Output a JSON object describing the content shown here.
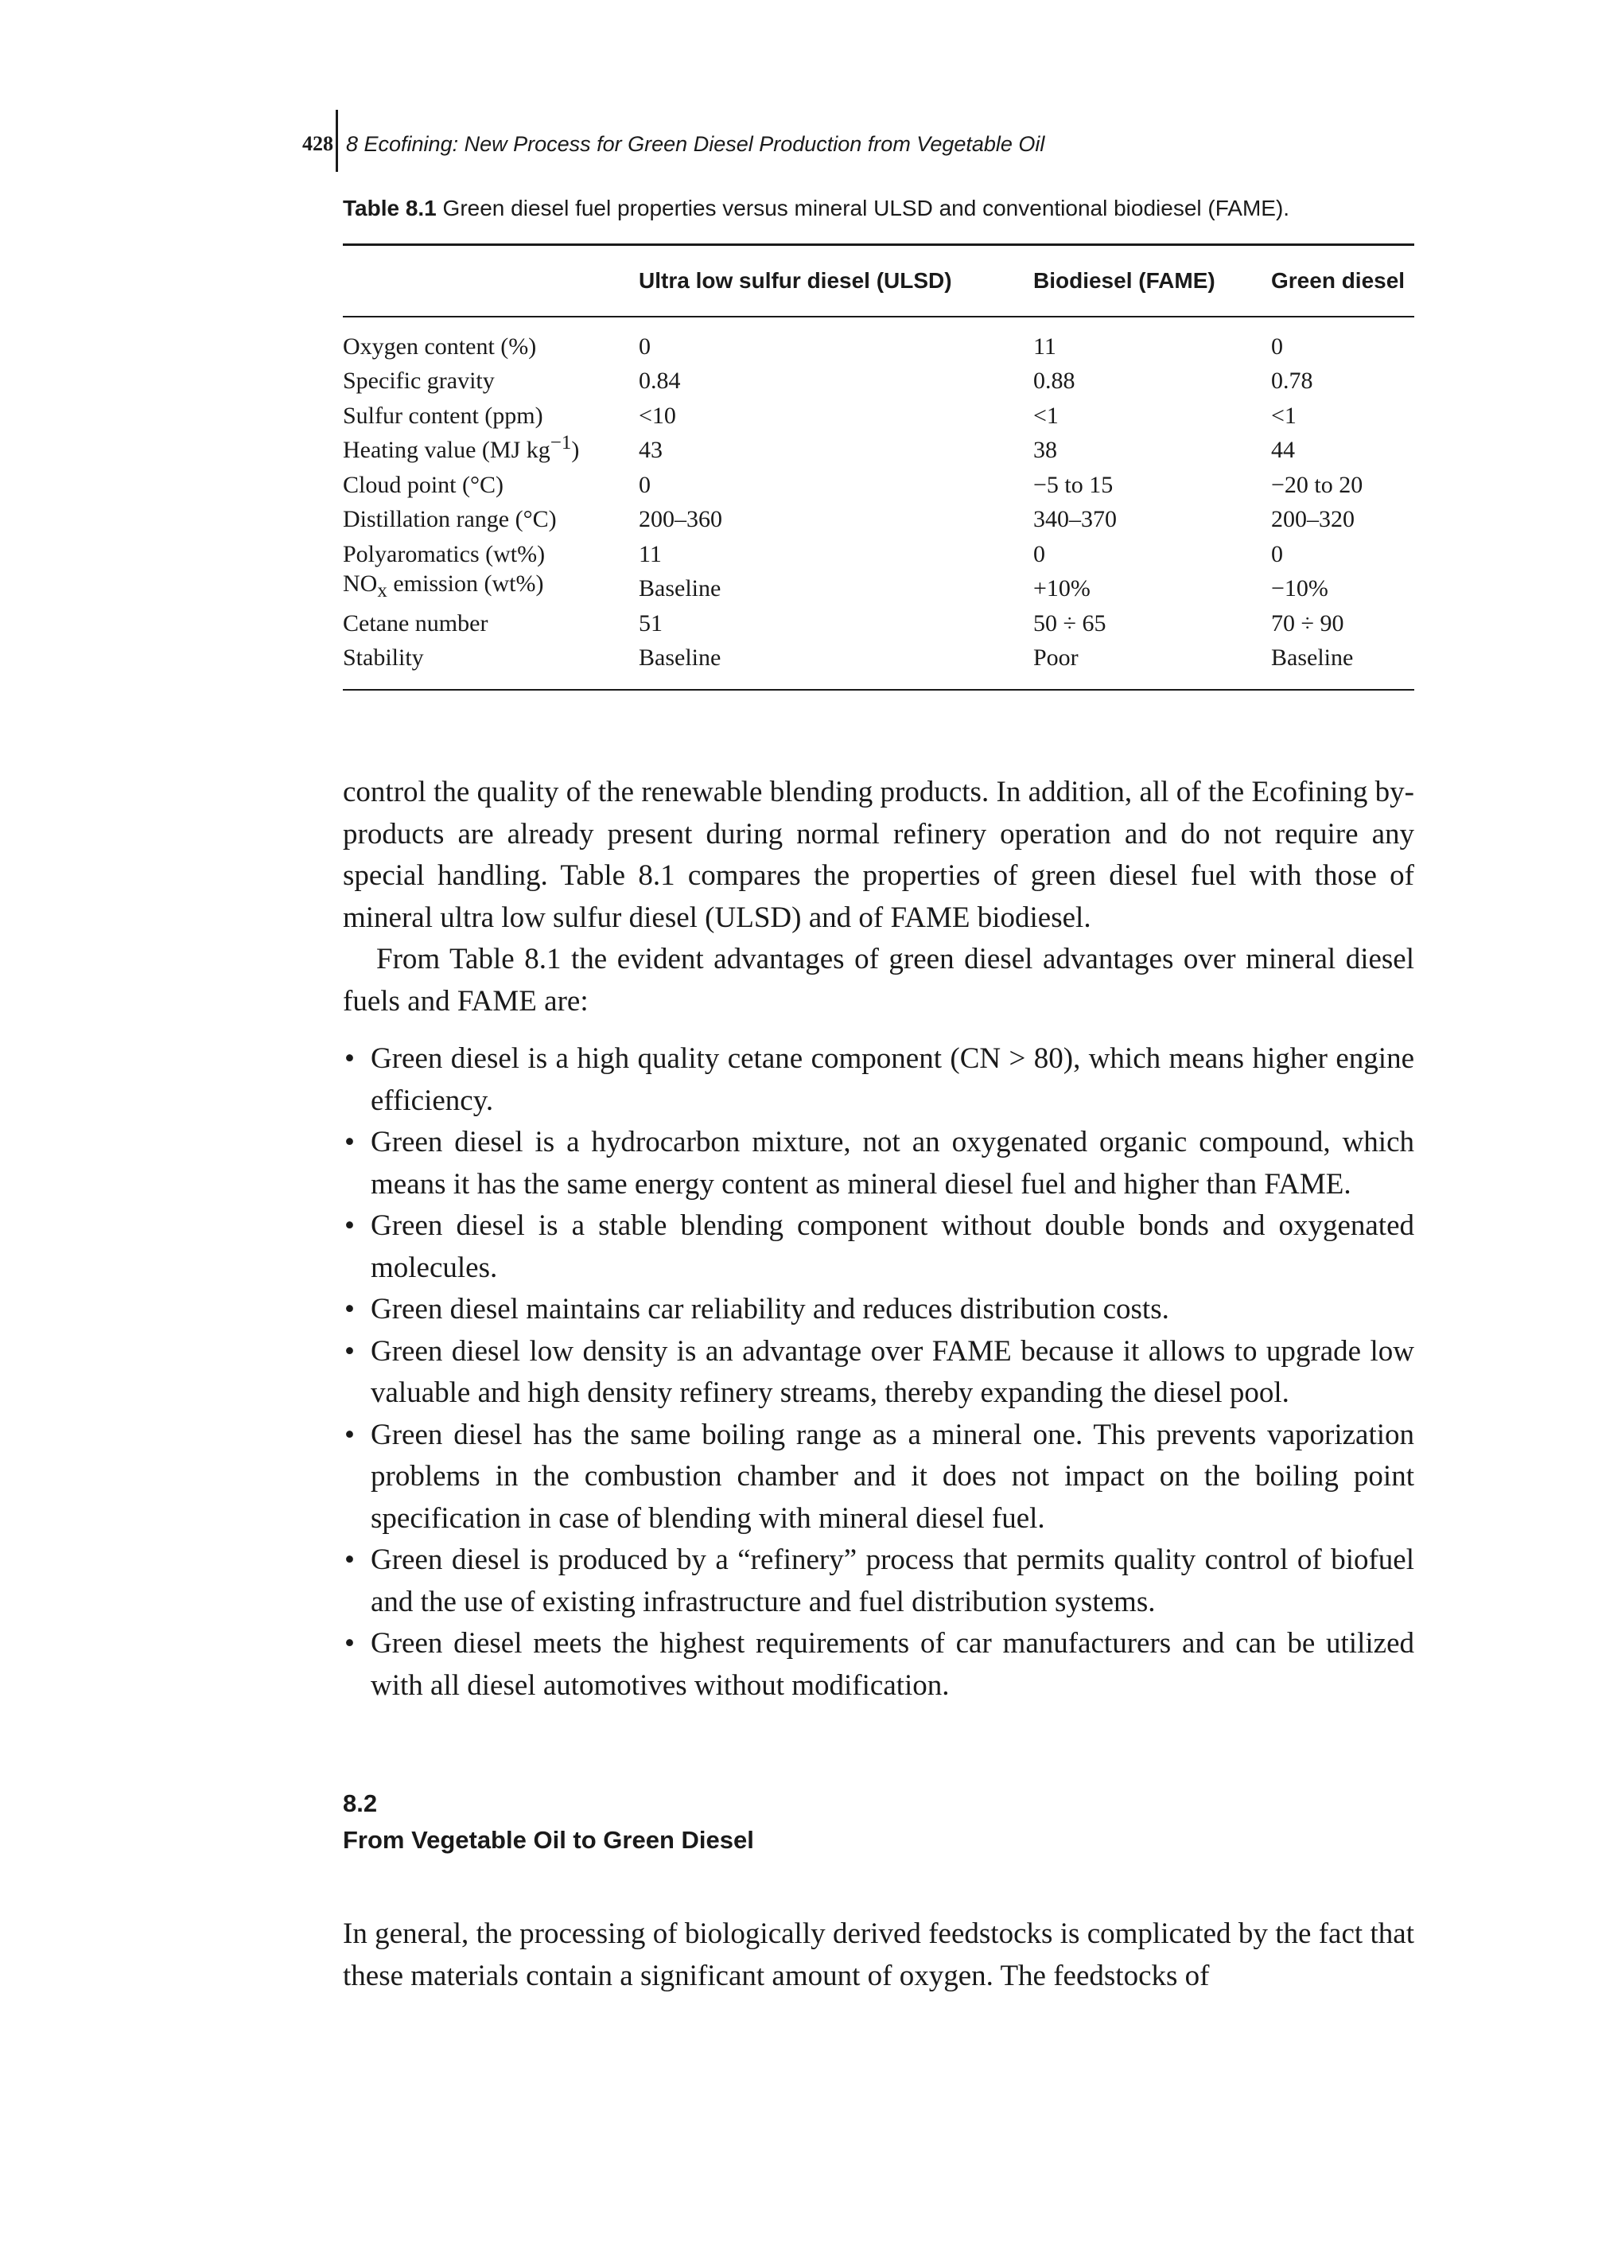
{
  "header": {
    "page_number": "428",
    "running_title": "8 Ecofining: New Process for Green Diesel Production from Vegetable Oil"
  },
  "table": {
    "caption_label": "Table 8.1",
    "caption_text": "Green diesel fuel properties versus mineral ULSD and conventional biodiesel (FAME).",
    "columns": [
      "",
      "Ultra low sulfur diesel (ULSD)",
      "Biodiesel (FAME)",
      "Green diesel"
    ],
    "rows": [
      [
        "Oxygen content (%)",
        "0",
        "11",
        "0"
      ],
      [
        "Specific gravity",
        "0.84",
        "0.88",
        "0.78"
      ],
      [
        "Sulfur content (ppm)",
        "<10",
        "<1",
        "<1"
      ],
      [
        "Heating value (MJ kg",
        "43",
        "38",
        "44"
      ],
      [
        "Cloud point (°C)",
        "0",
        "−5 to 15",
        "−20 to 20"
      ],
      [
        "Distillation range (°C)",
        "200–360",
        "340–370",
        "200–320"
      ],
      [
        "Polyaromatics (wt%)",
        "11",
        "0",
        "0"
      ],
      [
        "NO",
        "Baseline",
        "+10%",
        "−10%"
      ],
      [
        "Cetane number",
        "51",
        "50 ÷ 65",
        "70 ÷ 90"
      ],
      [
        "Stability",
        "Baseline",
        "Poor",
        "Baseline"
      ]
    ],
    "heating_sup": "−1",
    "heating_close": ")",
    "nox_sub": "x",
    "nox_rest": " emission (wt%)"
  },
  "body": {
    "para1": "control the quality of the renewable blending products. In addition, all of the Ecofining by-products are already present during normal refinery operation and do not require any special handling. Table 8.1 compares the properties of green diesel fuel with those of mineral ultra low sulfur diesel (ULSD) and of FAME biodiesel.",
    "para2": "From Table 8.1 the evident advantages of green diesel advantages over mineral diesel fuels and FAME are:",
    "bullet_glyph": "•",
    "bullets": [
      "Green diesel is a high quality cetane component (CN > 80), which means higher engine efficiency.",
      "Green diesel is a hydrocarbon mixture, not an oxygenated organic compound, which means it has the same energy content as mineral diesel fuel and higher than FAME.",
      "Green diesel is a stable blending component without double bonds and oxygenated molecules.",
      "Green diesel maintains car reliability and reduces distribution costs.",
      "Green diesel low density is an advantage over FAME because it allows to upgrade low valuable and high density refinery streams, thereby expanding the diesel pool.",
      "Green diesel has the same boiling range as a mineral one. This prevents vaporization problems in the combustion chamber and it does not impact on the boiling point specification in case of blending with mineral diesel fuel.",
      "Green diesel is produced by a “refinery” process that permits quality control of biofuel and the use of existing infrastructure and fuel distribution systems.",
      "Green diesel meets the highest requirements of car manufacturers and can be utilized with all diesel automotives without modification."
    ]
  },
  "section": {
    "number": "8.2",
    "title": "From Vegetable Oil to Green Diesel",
    "para": "In general, the processing of biologically derived feedstocks is complicated by the fact that these materials contain a significant amount of oxygen. The feedstocks of"
  }
}
